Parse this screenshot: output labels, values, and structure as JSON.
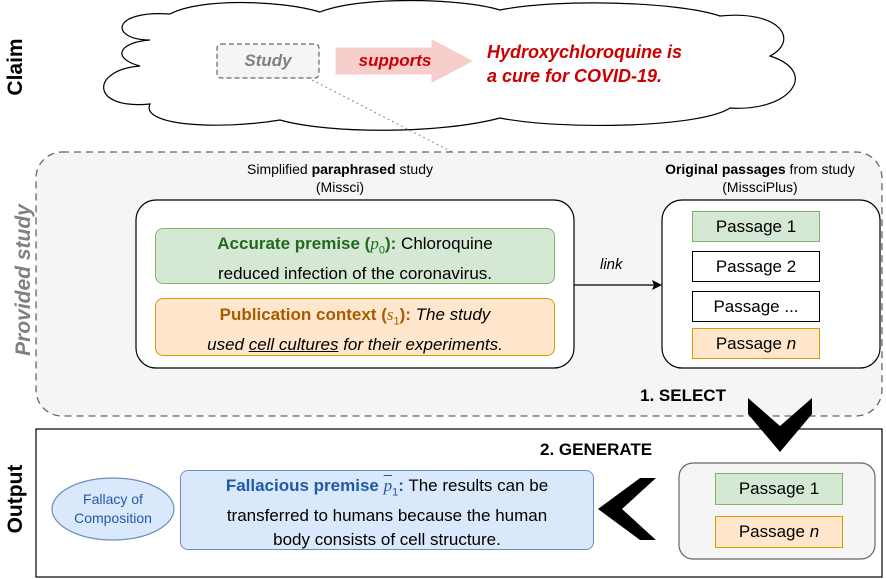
{
  "sections": {
    "claim": "Claim",
    "provided_study": "Provided study",
    "output": "Output"
  },
  "claim": {
    "study_label": "Study",
    "relation": "supports",
    "text_line1": "Hydroxychloroquine is",
    "text_line2": "a cure for COVID-19."
  },
  "provided_study": {
    "left_header_prefix": "Simplified ",
    "left_header_bold": "paraphrased",
    "left_header_suffix": " study",
    "left_header_sub": "(Missci)",
    "right_header_bold": "Original passages",
    "right_header_suffix": " from study",
    "right_header_sub": "(MissciPlus)",
    "accurate_premise_label": "Accurate premise (",
    "accurate_premise_symbol": "p",
    "accurate_premise_subscript": "0",
    "accurate_premise_close": "):",
    "accurate_premise_text1": " Chloroquine",
    "accurate_premise_text2": "reduced infection of the coronavirus.",
    "context_label": "Publication context (",
    "context_symbol": "s",
    "context_subscript": "1",
    "context_close": "):",
    "context_text1": " The study",
    "context_text2_pre": "used ",
    "context_text2_underlined": "cell cultures",
    "context_text2_post": " for their experiments.",
    "link_label": "link",
    "passages": [
      "Passage 1",
      "Passage 2",
      "Passage ..."
    ],
    "passage_n_prefix": "Passage ",
    "passage_n_var": "n"
  },
  "steps": {
    "select": "1. SELECT",
    "generate": "2. GENERATE"
  },
  "output": {
    "fallacy_line1": "Fallacy of",
    "fallacy_line2": "Composition",
    "premise_label": "Fallacious premise ",
    "premise_symbol": "p",
    "premise_subscript": "1",
    "premise_colon": ":",
    "premise_text1": " The results can be",
    "premise_text2": "transferred to humans because the human",
    "premise_text3": "body consists of cell structure.",
    "selected_passage_1": "Passage 1",
    "selected_passage_n_prefix": "Passage ",
    "selected_passage_n_var": "n"
  },
  "colors": {
    "claim_red": "#cc0000",
    "arrow_pink": "#f8cecc",
    "green_fill": "#d5e8d4",
    "green_border": "#82b366",
    "green_text": "#1e6b1e",
    "orange_fill": "#ffe6cc",
    "orange_border": "#d79b00",
    "orange_text": "#a65c00",
    "blue_fill": "#dae8fc",
    "blue_border": "#6c8ebf",
    "blue_text": "#1f5aa6",
    "gray_fill": "#f5f5f5",
    "section_gray": "#808080"
  }
}
